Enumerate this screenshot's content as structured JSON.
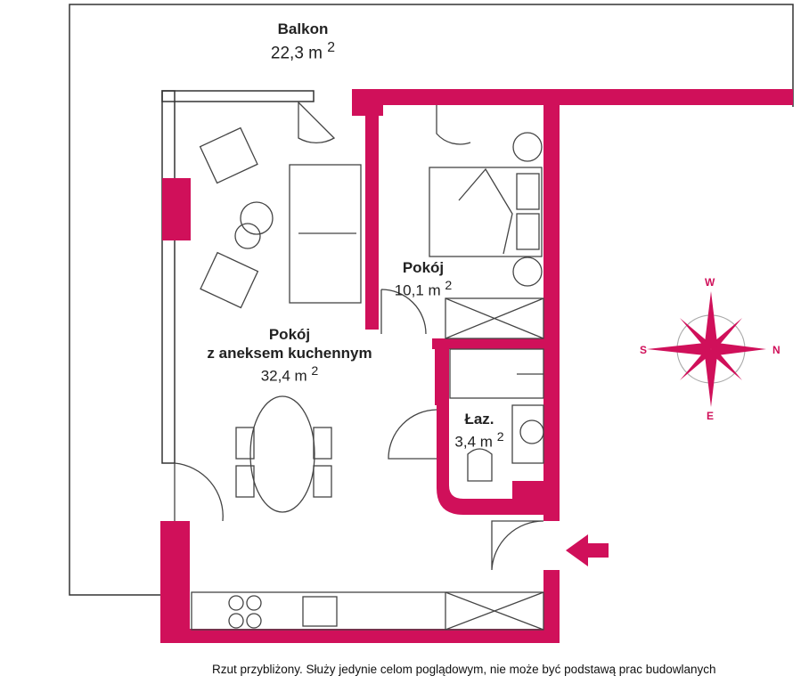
{
  "colors": {
    "wall": "#d0105a",
    "line": "#333333"
  },
  "rooms": [
    {
      "name": "Balkon",
      "area": "22,3 m",
      "sup": "2"
    },
    {
      "name": "Pokój",
      "area": "10,1 m",
      "sup": "2"
    },
    {
      "name_line1": "Pokój",
      "name_line2": "z aneksem kuchennym",
      "area": "32,4 m",
      "sup": "2"
    },
    {
      "name": "Łaz.",
      "area": "3,4 m",
      "sup": "2"
    }
  ],
  "compass": {
    "n": "N",
    "s": "S",
    "e": "E",
    "w": "W"
  },
  "disclaimer": "Rzut przybliżony. Służy jedynie celom poglądowym, nie może być podstawą prac budowlanych"
}
